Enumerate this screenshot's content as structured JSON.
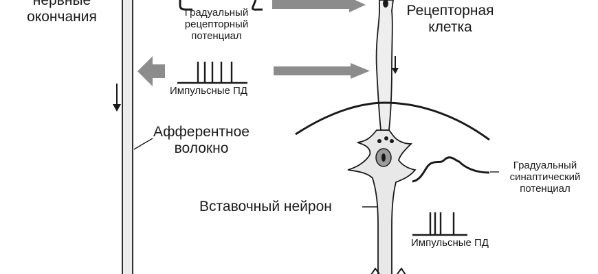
{
  "labels": {
    "nerve_endings_line1": "нервные",
    "nerve_endings_line2": "окончания",
    "receptor_cell_line1": "Рецепторная",
    "receptor_cell_line2": "клетка",
    "graded_receptor_line1": "Градуальный",
    "graded_receptor_line2": "рецепторный",
    "graded_receptor_line3": "потенциал",
    "impulse_ap_top": "Импульсные ПД",
    "afferent_fiber_line1": "Афферентное",
    "afferent_fiber_line2": "волокно",
    "interneuron": "Вставочный нейрон",
    "graded_synaptic_line1": "Градуальный",
    "graded_synaptic_line2": "синаптический",
    "graded_synaptic_line3": "потенциал",
    "impulse_ap_bottom": "Импульсные ПД"
  },
  "colors": {
    "ink": "#1a1a1a",
    "arrow_gray": "#8c8c8c",
    "fiber_fill": "#ececec",
    "nucleus_gray": "#9a9a9a"
  }
}
